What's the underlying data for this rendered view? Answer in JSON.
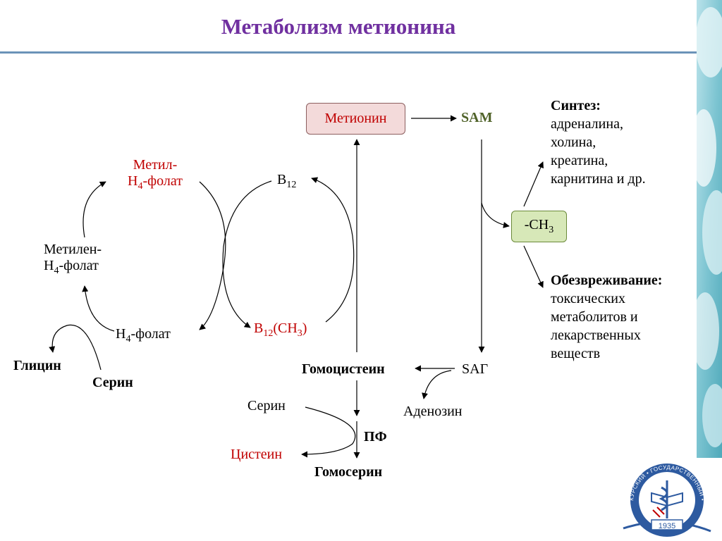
{
  "title": "Метаболизм метионина",
  "nodes": {
    "methionine": "Метионин",
    "sam": "SAM",
    "synthesis": {
      "heading": "Синтез:",
      "lines": [
        "адреналина,",
        "холина,",
        "креатина,",
        "карнитина и др."
      ]
    },
    "methyl_group": {
      "prefix": "-CH",
      "sub": "3"
    },
    "detox": {
      "heading": "Обезвреживание:",
      "lines": [
        "токсических",
        "метаболитов и",
        "лекарственных",
        "веществ"
      ]
    },
    "methyl_folate": {
      "line1": "Метил-",
      "prefix": "H",
      "sub": "4",
      "suffix": "-фолат"
    },
    "methylene_folate": {
      "line1": "Метилен-",
      "prefix": "H",
      "sub": "4",
      "suffix": "-фолат"
    },
    "h4_folate": {
      "prefix": "H",
      "sub": "4",
      "suffix": "-фолат"
    },
    "b12": {
      "prefix": "B",
      "sub": "12"
    },
    "b12_ch3": {
      "prefix": "B",
      "sub": "12",
      "mid": "(CH",
      "sub2": "3",
      "suffix": ")"
    },
    "glycine": "Глицин",
    "serine_left": "Серин",
    "homocysteine": "Гомоцистеин",
    "sag": "SAГ",
    "adenosine": "Аденозин",
    "serine_bottom": "Серин",
    "pf": "ПФ",
    "cysteine": "Цистеин",
    "homoserine": "Гомосерин"
  },
  "logo": {
    "year": "1935",
    "ring_text": "КУРСКИЙ • ГОСУДАРСТВЕННЫЙ • МЕДИЦИНСКИЙ • УНИВЕРСИТЕТ"
  },
  "colors": {
    "title": "#7030a0",
    "red_text": "#c00000",
    "sam_text": "#4f6228",
    "methionine_fill": "#f3dada",
    "ch3_fill": "#d7e8b8",
    "rule": "#6b93b8"
  }
}
